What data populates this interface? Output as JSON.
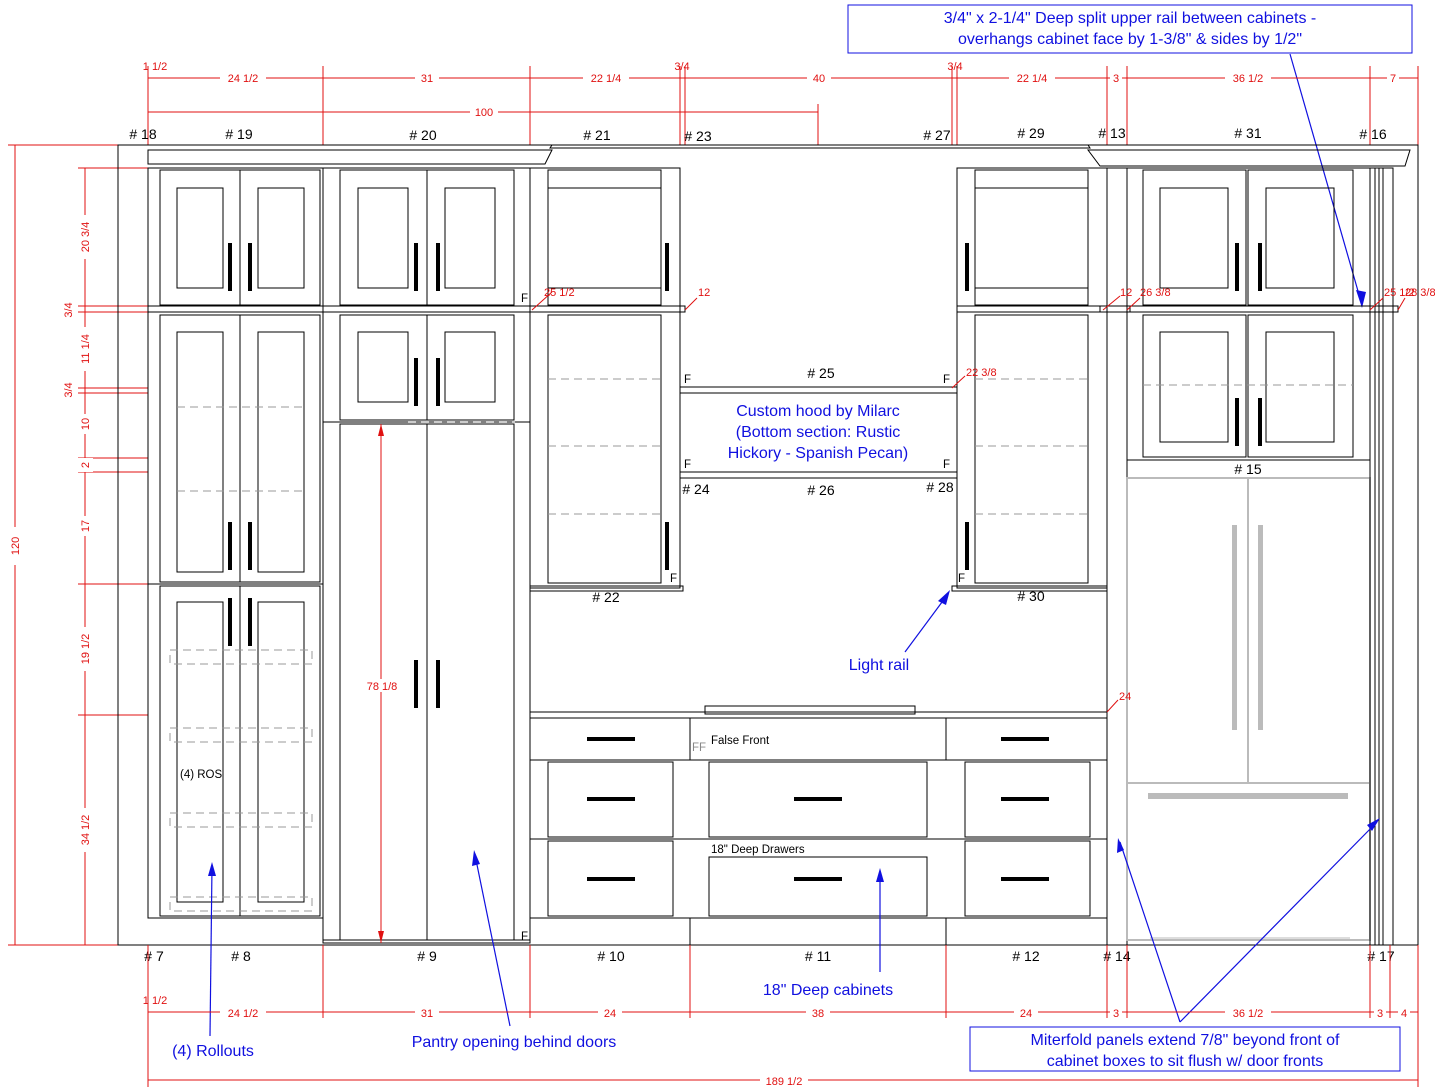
{
  "callouts": {
    "top_note": [
      "3/4\" x 2-1/4\" Deep split upper rail between cabinets -",
      "overhangs cabinet face by 1-3/8\" & sides by 1/2\""
    ],
    "bottom_note": [
      "Miterfold panels extend 7/8\" beyond front of",
      "cabinet boxes to sit flush w/ door fronts"
    ],
    "hood": [
      "Custom hood by Milarc",
      "(Bottom section: Rustic",
      "Hickory - Spanish Pecan)"
    ],
    "light_rail": "Light rail",
    "deep_cabinets": "18\" Deep cabinets",
    "pantry": "Pantry opening behind doors",
    "rollouts": "(4) Rollouts"
  },
  "labels": {
    "ros": "(4) ROS",
    "false_front": "False Front",
    "deep_drawers": "18\" Deep Drawers",
    "ff": "FF",
    "f": "F"
  },
  "cabinet_numbers": {
    "n18": "# 18",
    "n19": "# 19",
    "n20": "# 20",
    "n21": "# 21",
    "n23": "# 23",
    "n27": "# 27",
    "n29": "# 29",
    "n13": "# 13",
    "n31": "# 31",
    "n16": "# 16",
    "n25": "# 25",
    "n24": "# 24",
    "n26": "# 26",
    "n28": "# 28",
    "n22": "# 22",
    "n30": "# 30",
    "n15": "# 15",
    "n7": "# 7",
    "n8": "# 8",
    "n9": "# 9",
    "n10": "# 10",
    "n11": "# 11",
    "n12": "# 12",
    "n14": "# 14",
    "n17": "# 17"
  },
  "dims_top": {
    "d1": "1 1/2",
    "d2": "24 1/2",
    "d3": "31",
    "d4": "22 1/4",
    "d5": "3/4",
    "d6": "40",
    "d7": "3/4",
    "d8": "22 1/4",
    "d9": "3",
    "d10": "36 1/2",
    "d11": "7",
    "d100": "100"
  },
  "dims_bottom": {
    "d1": "1 1/2",
    "d2": "24 1/2",
    "d3": "31",
    "d4": "24",
    "d5": "38",
    "d6": "24",
    "d7": "3",
    "d8": "36 1/2",
    "d9": "3",
    "d10": "4",
    "total": "189 1/2"
  },
  "dims_left": {
    "total": "120",
    "d1": "20 3/4",
    "d2": "3/4",
    "d3": "11 1/4",
    "d4": "3/4",
    "d5": "10",
    "d6": "2",
    "d7": "17",
    "d8": "19 1/2",
    "d9": "34 1/2"
  },
  "dims_inner": {
    "pantry": "78 1/8",
    "a": "25 1/2",
    "b": "12",
    "c": "12",
    "d": "26 3/8",
    "e": "22 3/8",
    "f": "25 1/2",
    "g": "28 3/8",
    "h": "24"
  }
}
